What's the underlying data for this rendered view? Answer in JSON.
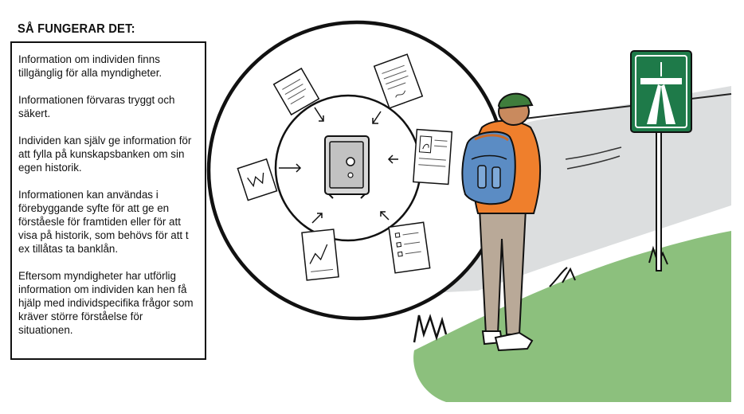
{
  "heading": "SÅ FUNGERAR DET:",
  "paragraphs": [
    "Information om individen finns tillgänglig för alla myndigheter.",
    "Informationen förvaras tryggt och säkert.",
    "Individen kan själv ge information för att fylla på kunskapsbanken om sin egen historik.",
    "Informationen kan användas i förebyggande syfte för att ge en förståesle för framtiden eller för att visa på historik, som behövs för att t ex tillåtas ta banklån.",
    "Eftersom myndigheter har utförlig information om individen kan hen få hjälp med individspecifika frågor som kräver större förståelse för situationen."
  ],
  "colors": {
    "grass": "#8cc07d",
    "road": "#dcdedf",
    "sign": "#1e7a49",
    "jacket": "#ef7f2c",
    "backpack": "#5b8cc4",
    "trousers": "#b9a998",
    "cap": "#3f7d3c"
  },
  "icons": [
    "safe-icon",
    "document-icon",
    "graph-icon",
    "checklist-icon",
    "id-card-icon",
    "motorway-sign-icon"
  ]
}
